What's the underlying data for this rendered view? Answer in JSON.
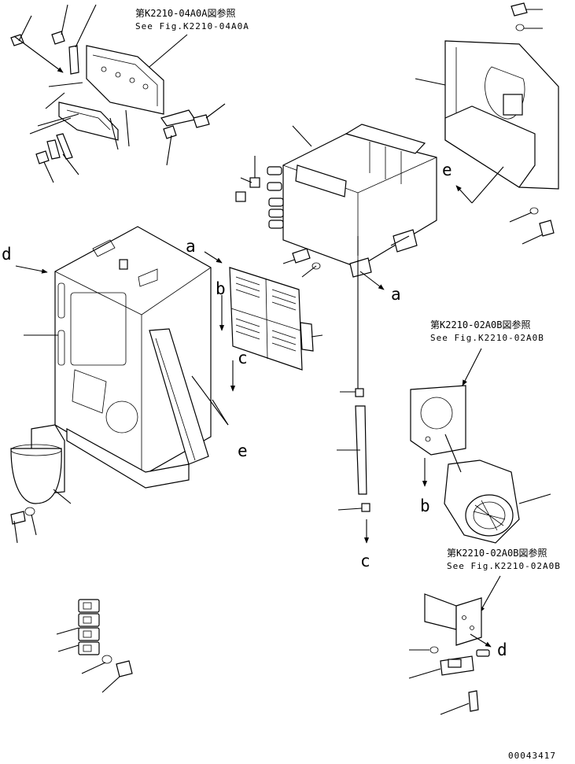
{
  "references": [
    {
      "jp": "第K2210-04A0A図参照",
      "en": "See Fig.K2210-04A0A"
    },
    {
      "jp": "第K2210-02A0B図参照",
      "en": "See Fig.K2210-02A0B"
    },
    {
      "jp": "第K2210-02A0B図参照",
      "en": "See Fig.K2210-02A0B"
    }
  ],
  "connection_labels": {
    "a": "a",
    "b": "b",
    "c": "c",
    "d": "d",
    "e": "e"
  },
  "figure_number": "00043417"
}
